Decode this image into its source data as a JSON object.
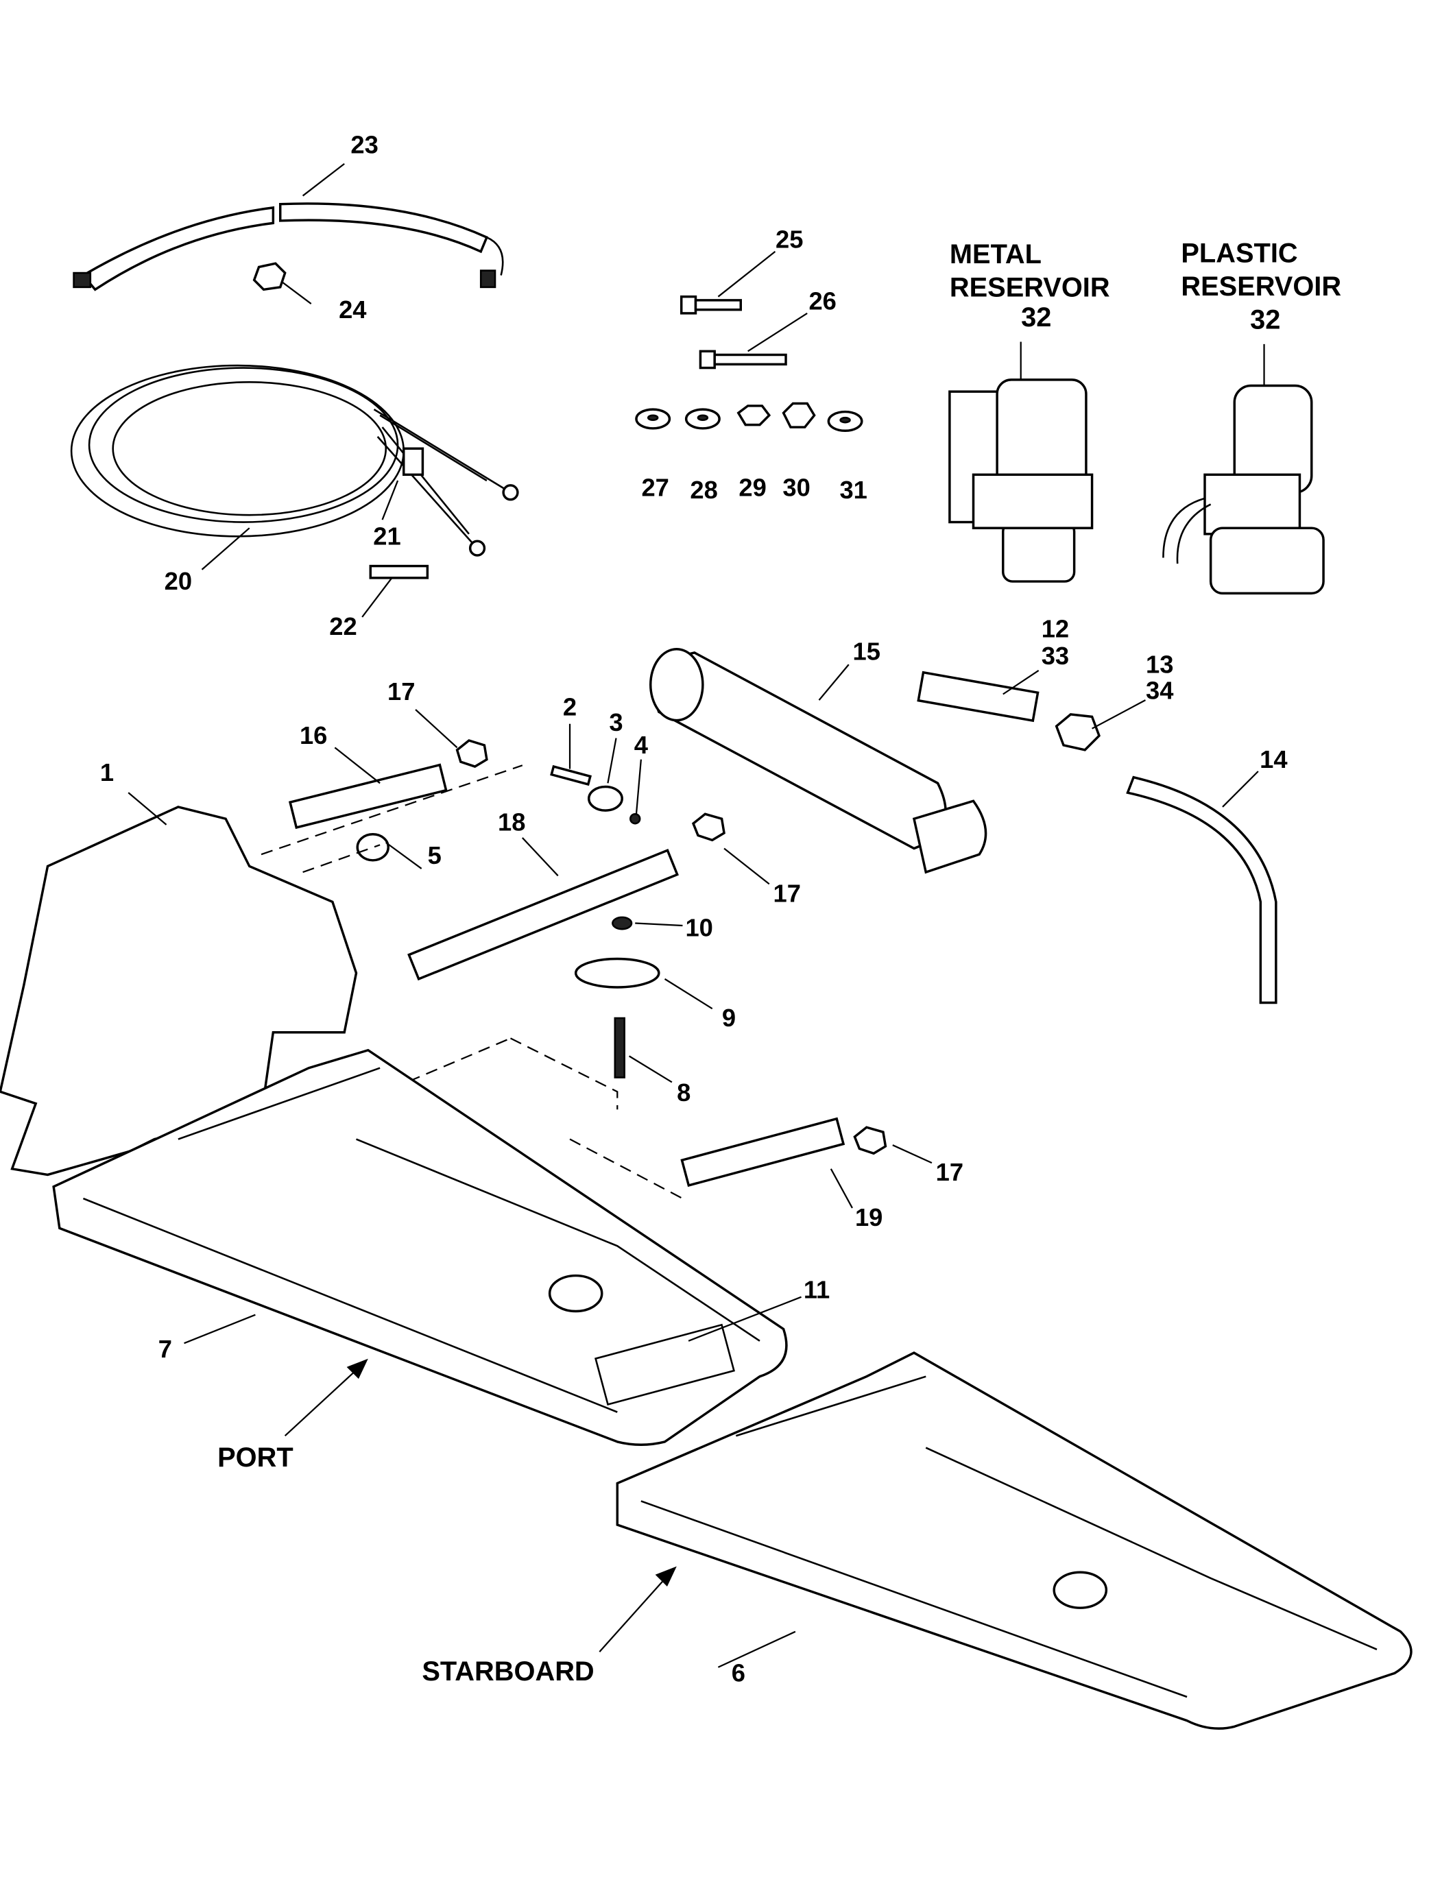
{
  "diagram": {
    "type": "exploded parts diagram",
    "captions": {
      "metal_line1": "METAL",
      "metal_line2": "RESERVOIR",
      "metal_ref": "32",
      "plastic_line1": "PLASTIC",
      "plastic_line2": "RESERVOIR",
      "plastic_ref": "32",
      "port": "PORT",
      "starboard": "STARBOARD"
    },
    "callouts": {
      "c1": "1",
      "c2": "2",
      "c3": "3",
      "c4": "4",
      "c5": "5",
      "c6": "6",
      "c7": "7",
      "c8": "8",
      "c9": "9",
      "c10": "10",
      "c11": "11",
      "c12": "12",
      "c33": "33",
      "c13": "13",
      "c34": "34",
      "c14": "14",
      "c15": "15",
      "c16": "16",
      "c17a": "17",
      "c17b": "17",
      "c17c": "17",
      "c18": "18",
      "c19": "19",
      "c20": "20",
      "c21": "21",
      "c22": "22",
      "c23": "23",
      "c24": "24",
      "c25": "25",
      "c26": "26",
      "c27": "27",
      "c28": "28",
      "c29": "29",
      "c30": "30",
      "c31": "31"
    }
  }
}
